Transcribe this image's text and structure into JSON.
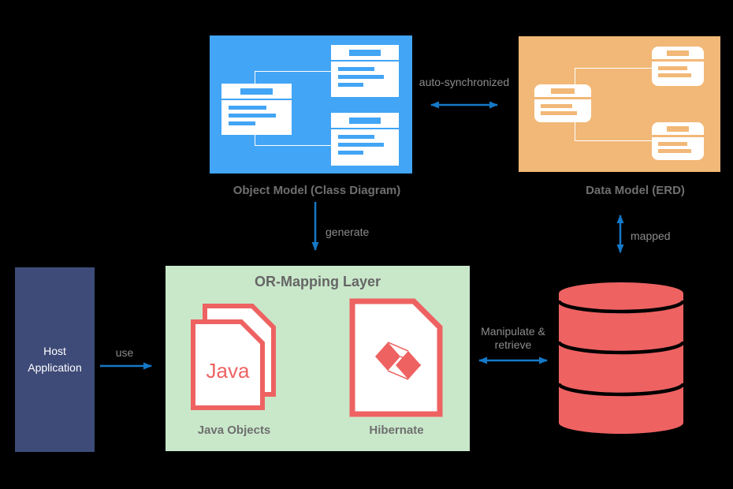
{
  "colors": {
    "bg": "#000000",
    "panel-blue": "#42a5f5",
    "panel-orange": "#f2b877",
    "panel-green": "#c9e8ca",
    "host-navy": "#3e4b78",
    "accent-red": "#ee6262",
    "arrow-blue": "#1579c8",
    "label-gray": "#8c8c8c",
    "caption-gray": "#6f6f6f"
  },
  "object_model": {
    "caption": "Object Model (Class Diagram)"
  },
  "data_model": {
    "caption": "Data Model (ERD)"
  },
  "or_mapping": {
    "title": "OR-Mapping Layer",
    "java_doc_text": "Java",
    "java_caption": "Java Objects",
    "hibernate_caption": "Hibernate"
  },
  "host": {
    "label": "Host Application"
  },
  "labels": {
    "auto_sync": "auto-synchronized",
    "generate": "generate",
    "mapped": "mapped",
    "use": "use",
    "manipulate": "Manipulate & retrieve"
  }
}
